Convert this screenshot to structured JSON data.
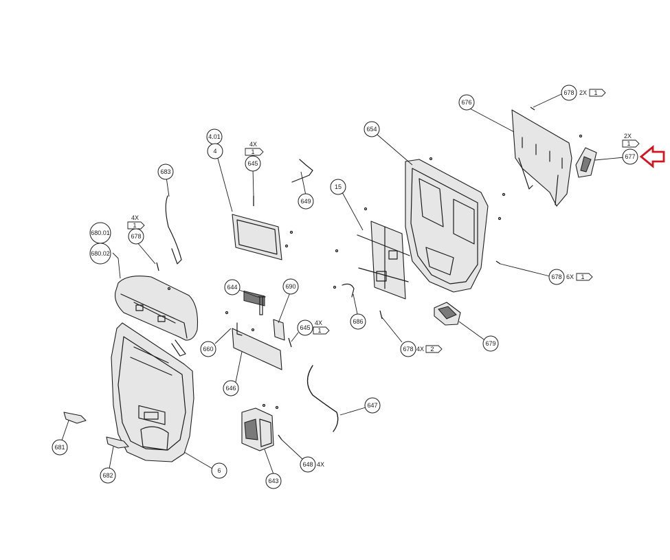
{
  "diagram": {
    "callouts": [
      {
        "id": "c4_01",
        "label": "4.01"
      },
      {
        "id": "c4",
        "label": "4"
      },
      {
        "id": "c645a",
        "label": "645"
      },
      {
        "id": "c683",
        "label": "683"
      },
      {
        "id": "c649",
        "label": "649"
      },
      {
        "id": "c654",
        "label": "654"
      },
      {
        "id": "c15",
        "label": "15"
      },
      {
        "id": "c676",
        "label": "676"
      },
      {
        "id": "c678a",
        "label": "678"
      },
      {
        "id": "c677",
        "label": "677"
      },
      {
        "id": "c678b",
        "label": "678"
      },
      {
        "id": "c680_01",
        "label": "680.01"
      },
      {
        "id": "c680_02",
        "label": "680.02"
      },
      {
        "id": "c678c",
        "label": "678"
      },
      {
        "id": "c644",
        "label": "644"
      },
      {
        "id": "c690",
        "label": "690"
      },
      {
        "id": "c686",
        "label": "686"
      },
      {
        "id": "c645b",
        "label": "645"
      },
      {
        "id": "c660",
        "label": "660"
      },
      {
        "id": "c646",
        "label": "646"
      },
      {
        "id": "c678d",
        "label": "678"
      },
      {
        "id": "c679",
        "label": "679"
      },
      {
        "id": "c647",
        "label": "647"
      },
      {
        "id": "c681",
        "label": "681"
      },
      {
        "id": "c682",
        "label": "682"
      },
      {
        "id": "c6",
        "label": "6"
      },
      {
        "id": "c643",
        "label": "643"
      },
      {
        "id": "c648",
        "label": "648"
      }
    ],
    "quantities": {
      "q645a_mult": "4X",
      "q645a_flag": "1",
      "q678a_mult": "2X",
      "q678a_flag": "1",
      "q677_mult": "2X",
      "q677_flag": "1",
      "q678b_mult": "6X",
      "q678b_flag": "1",
      "q678c_mult": "4X",
      "q678c_flag": "1",
      "q645b_mult": "4X",
      "q645b_flag": "1",
      "q678d_mult": "4X",
      "q678d_flag": "2",
      "q648_mult": "4X"
    },
    "highlight_color": "#d4141c",
    "line_color": "#1a1a1a"
  }
}
